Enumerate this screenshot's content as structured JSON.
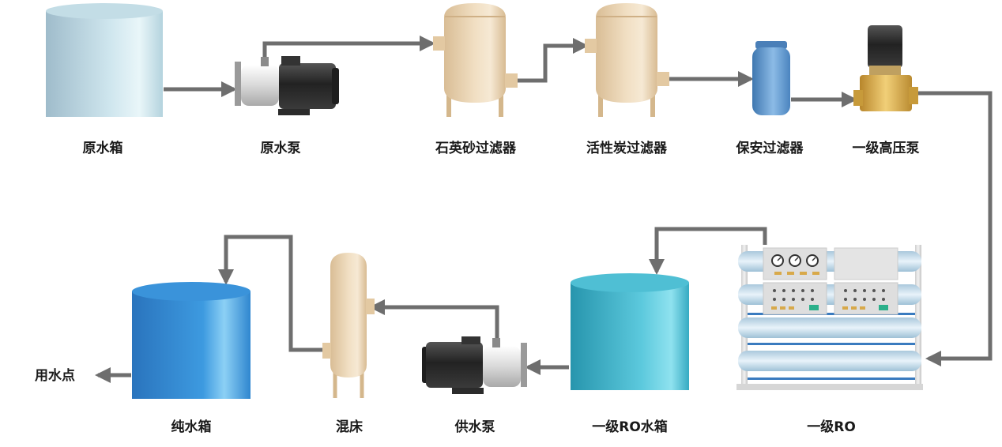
{
  "labels": {
    "raw_tank": "原水箱",
    "raw_pump": "原水泵",
    "sand_filter": "石英砂过滤器",
    "carbon_filter": "活性炭过滤器",
    "security_filter": "保安过滤器",
    "hp_pump": "一级高压泵",
    "ro_unit": "一级RO",
    "ro_tank": "一级RO水箱",
    "supply_pump": "供水泵",
    "mixed_bed": "混床",
    "pure_tank": "纯水箱",
    "use_point": "用水点"
  },
  "colors": {
    "pipe": "#6e6e6e",
    "raw_tank": "#a9c9d6",
    "filter_body": "#e7ceaa",
    "security_filter": "#5b93c8",
    "brass": "#e0b24a",
    "ro_tank": "#3bb0c9",
    "pure_tank": "#2f86cf",
    "motor": "#2b2b2b",
    "pump_casing": "#e6e6e6"
  }
}
